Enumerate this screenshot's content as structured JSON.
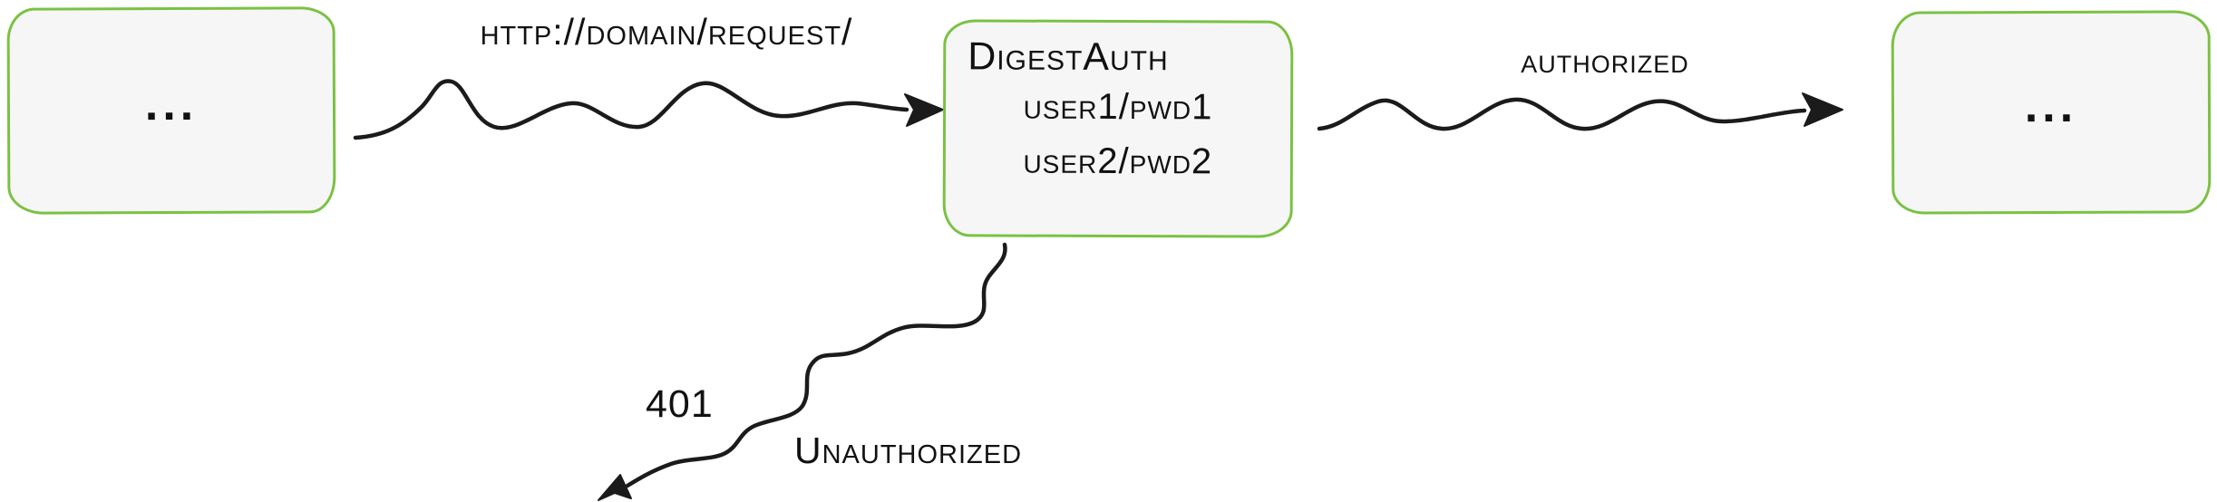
{
  "diagram": {
    "nodes": {
      "client": {
        "label": "..."
      },
      "server": {
        "title": "DigestAuth",
        "users": [
          "user1/pwd1",
          "user2/pwd2"
        ]
      },
      "resource": {
        "label": "..."
      }
    },
    "edges": {
      "request": {
        "label": "http://domain/request/"
      },
      "authorized": {
        "label": "authorized"
      },
      "unauthorized": {
        "code": "401",
        "label": "Unauthorized"
      }
    },
    "colors": {
      "box_border": "#7bc144",
      "box_fill": "#f6f6f6",
      "stroke": "#1b1b1b",
      "text": "#111111"
    }
  }
}
